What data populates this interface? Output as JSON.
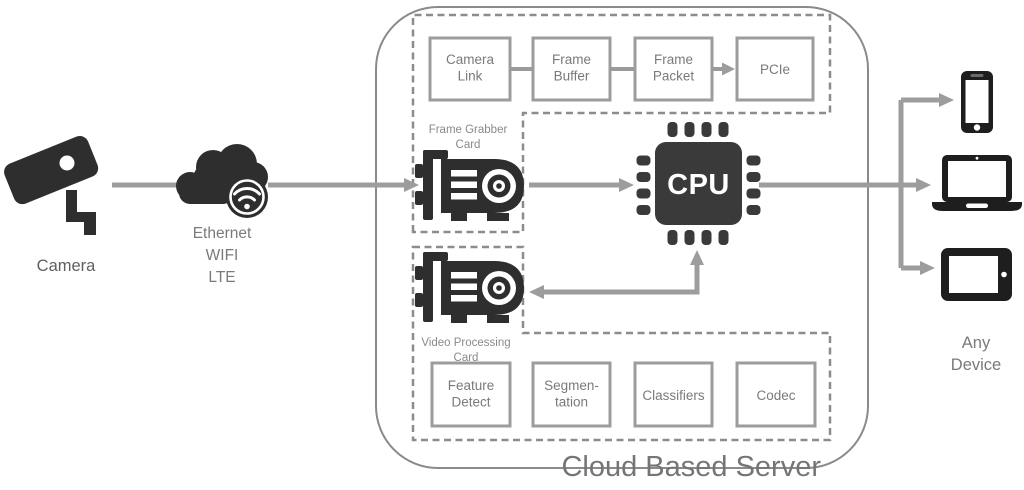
{
  "source": {
    "label": "Camera",
    "icon": "cctv-camera-icon"
  },
  "network": {
    "icon": "cloud-wifi-icon",
    "lines": [
      "Ethernet",
      "WIFI",
      "LTE"
    ]
  },
  "server": {
    "title": "Cloud Based Server",
    "pipeline_row": {
      "boxes": [
        {
          "line1": "Camera",
          "line2": "Link"
        },
        {
          "line1": "Frame",
          "line2": "Buffer"
        },
        {
          "line1": "Frame",
          "line2": "Packet"
        },
        {
          "line1": "PCIe",
          "line2": ""
        }
      ]
    },
    "frame_grabber": {
      "label_line1": "Frame Grabber",
      "label_line2": "Card",
      "icon": "gpu-card-icon"
    },
    "cpu": {
      "label": "CPU",
      "icon": "cpu-chip-icon"
    },
    "video_processing": {
      "label_line1": "Video Processing",
      "label_line2": "Card",
      "icon": "gpu-card-icon"
    },
    "processing_row": {
      "boxes": [
        {
          "line1": "Feature",
          "line2": "Detect"
        },
        {
          "line1": "Segmen-",
          "line2": "tation"
        },
        {
          "line1": "Classifiers",
          "line2": ""
        },
        {
          "line1": "Codec",
          "line2": ""
        }
      ]
    }
  },
  "devices": {
    "icons": [
      "smartphone-icon",
      "laptop-icon",
      "tablet-icon"
    ],
    "label_line1": "Any",
    "label_line2": "Device"
  },
  "colors": {
    "icon_dark": "#2e2e2e",
    "connector_gray": "#9d9d9d",
    "box_border_gray": "#9c9c9c",
    "dash_gray": "#8c8c8c",
    "text_gray": "#7a7a7a",
    "title_gray": "#757575"
  }
}
